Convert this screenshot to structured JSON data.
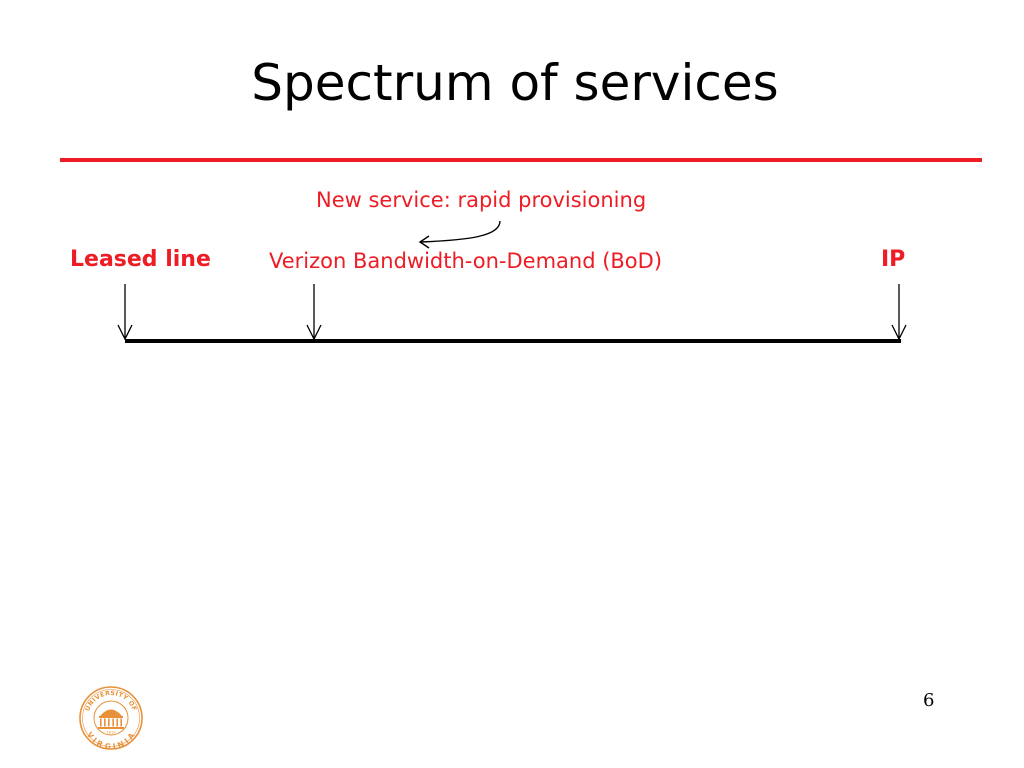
{
  "slide": {
    "title": "Spectrum of services",
    "annotation": "New service: rapid provisioning",
    "spectrum_labels": {
      "left": "Leased line",
      "middle": "Verizon Bandwidth-on-Demand (BoD)",
      "right": "IP"
    },
    "page_number": "6"
  },
  "logo": {
    "top_text": "UNIVERSITY OF",
    "bottom_text": "VIRGINIA",
    "year": "1819"
  },
  "colors": {
    "accent": "#ee1c24",
    "text": "#000000",
    "logo": "#e8913a"
  }
}
